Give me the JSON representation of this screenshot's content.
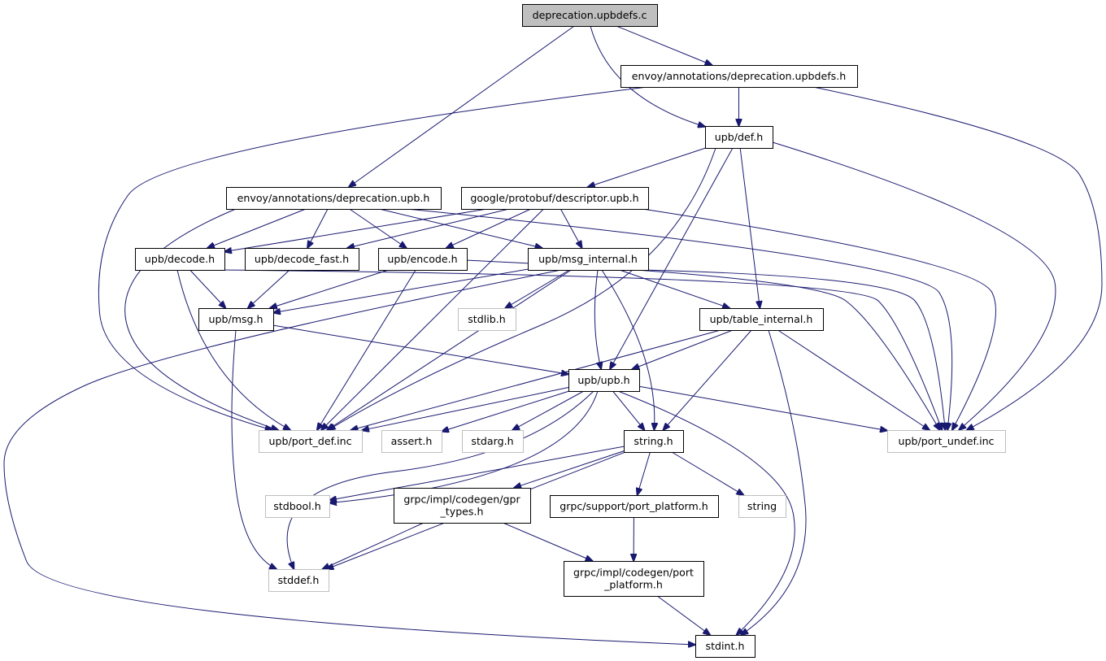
{
  "title": "deprecation.upbdefs.c include dependency graph",
  "colors": {
    "edge": "#191970",
    "root_fill": "#bfbfbf",
    "node_fill": "#ffffff",
    "node_border": "#000000",
    "external_border": "#bfbfbf"
  },
  "nodes": [
    {
      "id": "root",
      "lines": [
        "deprecation.upbdefs.c"
      ],
      "kind": "root"
    },
    {
      "id": "envoy_upbdefs_h",
      "lines": [
        "envoy/annotations/deprecation.upbdefs.h"
      ],
      "kind": "file"
    },
    {
      "id": "upb_def_h",
      "lines": [
        "upb/def.h"
      ],
      "kind": "file"
    },
    {
      "id": "envoy_upb_h",
      "lines": [
        "envoy/annotations/deprecation.upb.h"
      ],
      "kind": "file"
    },
    {
      "id": "descriptor_upb_h",
      "lines": [
        "google/protobuf/descriptor.upb.h"
      ],
      "kind": "file"
    },
    {
      "id": "upb_decode_h",
      "lines": [
        "upb/decode.h"
      ],
      "kind": "file"
    },
    {
      "id": "upb_decode_fast_h",
      "lines": [
        "upb/decode_fast.h"
      ],
      "kind": "file"
    },
    {
      "id": "upb_encode_h",
      "lines": [
        "upb/encode.h"
      ],
      "kind": "file"
    },
    {
      "id": "upb_msg_internal_h",
      "lines": [
        "upb/msg_internal.h"
      ],
      "kind": "file"
    },
    {
      "id": "stdlib_h",
      "lines": [
        "stdlib.h"
      ],
      "kind": "external"
    },
    {
      "id": "upb_msg_h",
      "lines": [
        "upb/msg.h"
      ],
      "kind": "file"
    },
    {
      "id": "upb_table_internal_h",
      "lines": [
        "upb/table_internal.h"
      ],
      "kind": "file"
    },
    {
      "id": "upb_upb_h",
      "lines": [
        "upb/upb.h"
      ],
      "kind": "file"
    },
    {
      "id": "port_def_inc",
      "lines": [
        "upb/port_def.inc"
      ],
      "kind": "external"
    },
    {
      "id": "assert_h",
      "lines": [
        "assert.h"
      ],
      "kind": "external"
    },
    {
      "id": "stdarg_h",
      "lines": [
        "stdarg.h"
      ],
      "kind": "external"
    },
    {
      "id": "string_h",
      "lines": [
        "string.h"
      ],
      "kind": "file"
    },
    {
      "id": "port_undef_inc",
      "lines": [
        "upb/port_undef.inc"
      ],
      "kind": "external"
    },
    {
      "id": "stdbool_h",
      "lines": [
        "stdbool.h"
      ],
      "kind": "external"
    },
    {
      "id": "gpr_types_h",
      "lines": [
        "grpc/impl/codegen/gpr",
        "_types.h"
      ],
      "kind": "file"
    },
    {
      "id": "support_port_platform_h",
      "lines": [
        "grpc/support/port_platform.h"
      ],
      "kind": "file"
    },
    {
      "id": "string",
      "lines": [
        "string"
      ],
      "kind": "external"
    },
    {
      "id": "stddef_h",
      "lines": [
        "stddef.h"
      ],
      "kind": "external"
    },
    {
      "id": "codegen_port_platform_h",
      "lines": [
        "grpc/impl/codegen/port",
        "_platform.h"
      ],
      "kind": "file"
    },
    {
      "id": "stdint_h",
      "lines": [
        "stdint.h"
      ],
      "kind": "file"
    }
  ],
  "edges": [
    [
      "root",
      "envoy_upbdefs_h"
    ],
    [
      "root",
      "upb_def_h"
    ],
    [
      "root",
      "envoy_upb_h"
    ],
    [
      "envoy_upbdefs_h",
      "upb_def_h"
    ],
    [
      "envoy_upbdefs_h",
      "port_def_inc"
    ],
    [
      "envoy_upbdefs_h",
      "port_undef_inc"
    ],
    [
      "upb_def_h",
      "descriptor_upb_h"
    ],
    [
      "upb_def_h",
      "upb_table_internal_h"
    ],
    [
      "upb_def_h",
      "upb_upb_h"
    ],
    [
      "upb_def_h",
      "port_def_inc"
    ],
    [
      "upb_def_h",
      "port_undef_inc"
    ],
    [
      "envoy_upb_h",
      "upb_decode_h"
    ],
    [
      "envoy_upb_h",
      "upb_decode_fast_h"
    ],
    [
      "envoy_upb_h",
      "upb_encode_h"
    ],
    [
      "envoy_upb_h",
      "upb_msg_internal_h"
    ],
    [
      "envoy_upb_h",
      "port_def_inc"
    ],
    [
      "envoy_upb_h",
      "port_undef_inc"
    ],
    [
      "descriptor_upb_h",
      "upb_decode_h"
    ],
    [
      "descriptor_upb_h",
      "upb_decode_fast_h"
    ],
    [
      "descriptor_upb_h",
      "upb_encode_h"
    ],
    [
      "descriptor_upb_h",
      "upb_msg_internal_h"
    ],
    [
      "descriptor_upb_h",
      "port_def_inc"
    ],
    [
      "descriptor_upb_h",
      "port_undef_inc"
    ],
    [
      "upb_decode_h",
      "upb_msg_h"
    ],
    [
      "upb_decode_h",
      "port_def_inc"
    ],
    [
      "upb_decode_h",
      "port_undef_inc"
    ],
    [
      "upb_decode_fast_h",
      "upb_msg_h"
    ],
    [
      "upb_encode_h",
      "upb_msg_h"
    ],
    [
      "upb_encode_h",
      "port_def_inc"
    ],
    [
      "upb_encode_h",
      "port_undef_inc"
    ],
    [
      "upb_msg_internal_h",
      "upb_msg_h"
    ],
    [
      "upb_msg_internal_h",
      "stdlib_h"
    ],
    [
      "upb_msg_internal_h",
      "upb_table_internal_h"
    ],
    [
      "upb_msg_internal_h",
      "upb_upb_h"
    ],
    [
      "upb_msg_internal_h",
      "string_h"
    ],
    [
      "upb_msg_internal_h",
      "port_def_inc"
    ],
    [
      "upb_msg_internal_h",
      "port_undef_inc"
    ],
    [
      "upb_msg_internal_h",
      "stdint_h"
    ],
    [
      "upb_msg_h",
      "upb_upb_h"
    ],
    [
      "upb_msg_h",
      "stddef_h"
    ],
    [
      "upb_table_internal_h",
      "upb_upb_h"
    ],
    [
      "upb_table_internal_h",
      "string_h"
    ],
    [
      "upb_table_internal_h",
      "port_def_inc"
    ],
    [
      "upb_table_internal_h",
      "port_undef_inc"
    ],
    [
      "upb_table_internal_h",
      "stdint_h"
    ],
    [
      "upb_upb_h",
      "port_def_inc"
    ],
    [
      "upb_upb_h",
      "assert_h"
    ],
    [
      "upb_upb_h",
      "stdarg_h"
    ],
    [
      "upb_upb_h",
      "string_h"
    ],
    [
      "upb_upb_h",
      "port_undef_inc"
    ],
    [
      "upb_upb_h",
      "stdbool_h"
    ],
    [
      "upb_upb_h",
      "stddef_h"
    ],
    [
      "upb_upb_h",
      "stdint_h"
    ],
    [
      "string_h",
      "stdbool_h"
    ],
    [
      "string_h",
      "gpr_types_h"
    ],
    [
      "string_h",
      "support_port_platform_h"
    ],
    [
      "string_h",
      "string"
    ],
    [
      "string_h",
      "stddef_h"
    ],
    [
      "gpr_types_h",
      "stddef_h"
    ],
    [
      "gpr_types_h",
      "codegen_port_platform_h"
    ],
    [
      "support_port_platform_h",
      "codegen_port_platform_h"
    ],
    [
      "codegen_port_platform_h",
      "stdint_h"
    ]
  ]
}
